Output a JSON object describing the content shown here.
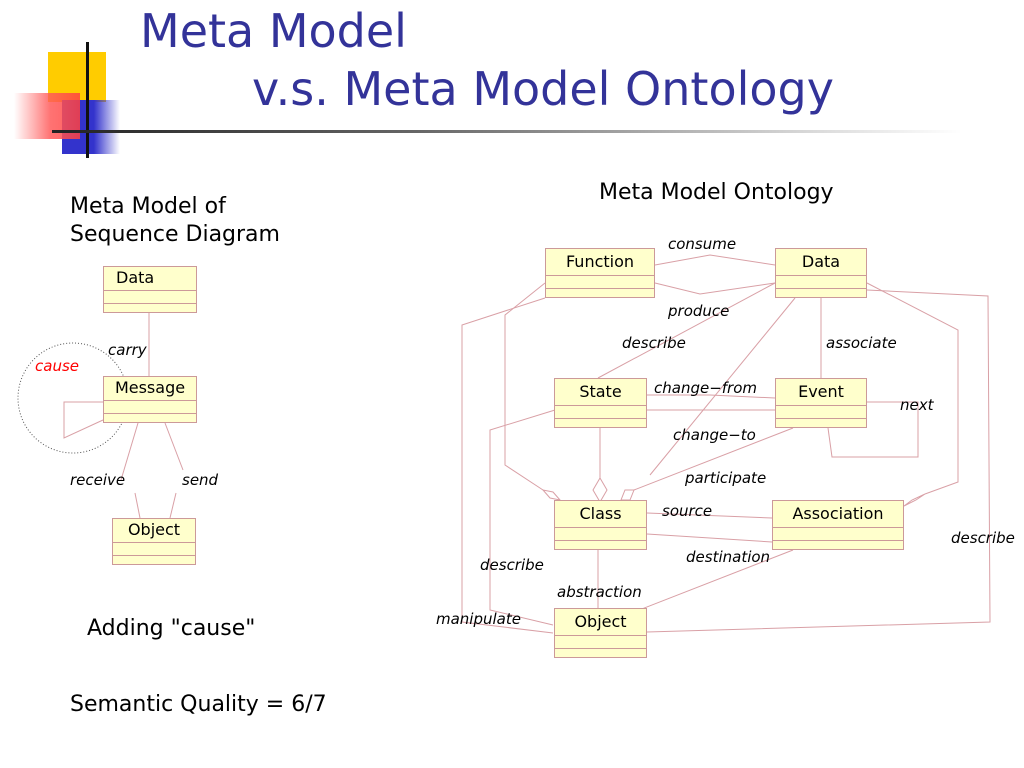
{
  "slide": {
    "title_line1": "Meta Model",
    "title_line2": "v.s. Meta Model Ontology"
  },
  "left": {
    "heading_line1": "Meta Model of",
    "heading_line2": "Sequence Diagram",
    "boxes": {
      "data": "Data",
      "message": "Message",
      "object": "Object"
    },
    "labels": {
      "carry": "carry",
      "cause": "cause",
      "receive": "receive",
      "send": "send"
    },
    "note": "Adding \"cause\"",
    "quality": "Semantic Quality = 6/7"
  },
  "right": {
    "heading": "Meta Model Ontology",
    "boxes": {
      "function": "Function",
      "data": "Data",
      "state": "State",
      "event": "Event",
      "class": "Class",
      "association": "Association",
      "object": "Object"
    },
    "labels": {
      "consume": "consume",
      "produce": "produce",
      "describe_fs": "describe",
      "associate": "associate",
      "change_from": "change−from",
      "change_to": "change−to",
      "next": "next",
      "participate": "participate",
      "source": "source",
      "destination": "destination",
      "describe_co": "describe",
      "abstraction": "abstraction",
      "manipulate": "manipulate",
      "describe_right": "describe"
    }
  },
  "colors": {
    "title": "#333399",
    "box_fill": "#ffffcc",
    "box_border": "#cc9999",
    "line": "#d9a0a6",
    "highlight": "#ff0000"
  }
}
